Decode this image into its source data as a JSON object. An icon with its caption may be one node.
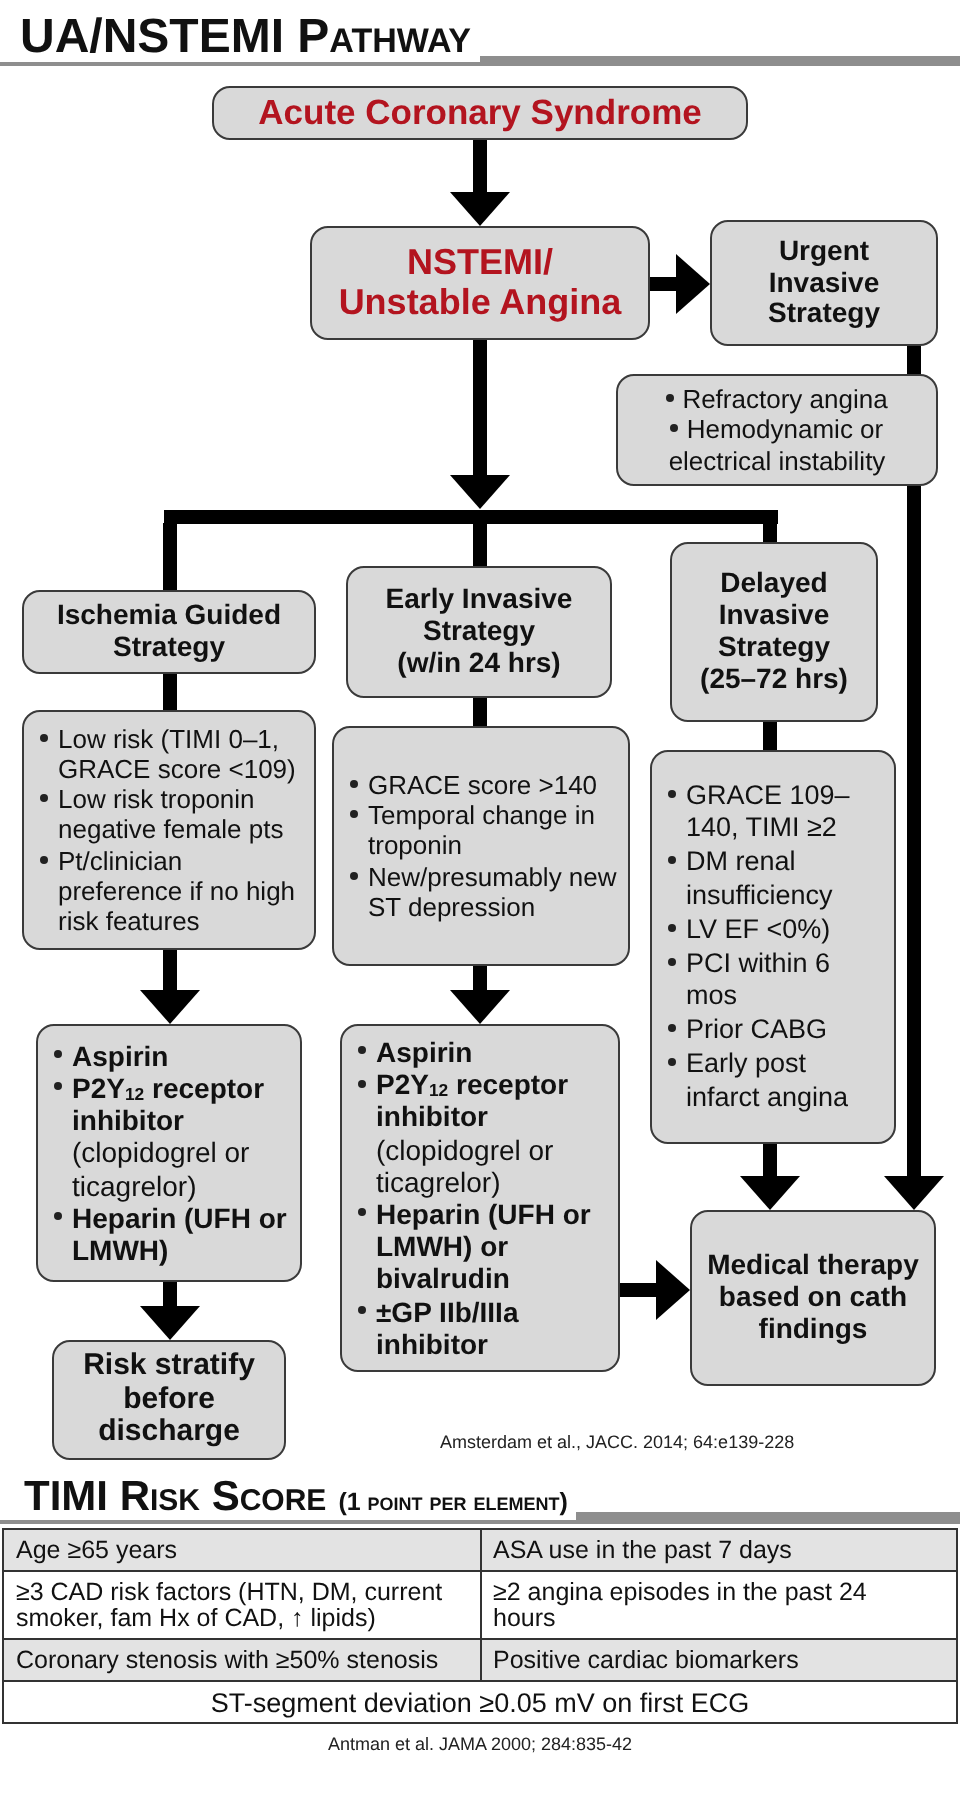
{
  "diagram": {
    "title": "UA/NSTEMI Pathway",
    "nodes": [
      {
        "text": [
          "Acute Coronary Syndrome"
        ]
      },
      {
        "text": [
          "NSTEMI/ Unstable Angina"
        ]
      },
      {
        "text": [
          "Urgent Invasive Strategy"
        ]
      },
      {
        "text": [
          "Refractory angina",
          "Hemodynamic or electrical instability"
        ]
      },
      {
        "text": [],
        "shape": "bar"
      },
      {
        "text": [
          "Ischemia Guided Strategy"
        ]
      },
      {
        "text": [
          "Early Invasive Strategy",
          "(w/in 24 hrs)"
        ]
      },
      {
        "text": [
          "Delayed Invasive Strategy",
          "(25–72 hrs)"
        ]
      },
      {
        "text": [
          "Low risk (TIMI 0–1, GRACE score <109)",
          "Low risk troponin negative female pts",
          "Pt/clinician preference if no high risk features"
        ]
      },
      {
        "text": [
          "GRACE score >140",
          "Temporal change in troponin",
          "New/presumably new ST depression"
        ]
      },
      {
        "text": [
          "GRACE 109–140, TIMI ≥2",
          "DM renal insufficiency",
          "LV EF <0%)",
          "PCI within 6 mos",
          "Prior CABG",
          "Early post infarct angina"
        ]
      },
      {
        "text": [
          "Aspirin",
          "**P2Y$_{12}$ receptor inhibitor** (clopidogrel or ticagrelor)",
          "Heparin (UFH or LMWH)"
        ]
      },
      {
        "text": [
          "Aspirin",
          "**P2Y$_{12}$ receptor inhibitor** (clopidogrel or ticagrelor)",
          "Heparin (UFH or LMWH) or bivalrudin",
          "±GP IIb/IIIa inhibitor"
        ]
      },
      {
        "text": [
          "Risk stratify before discharge"
        ]
      },
      {
        "text": [
          "Medical therapy based on cath findings"
        ]
      }
    ],
    "edges": [
      {
        "from": 0,
        "to": 1,
        "arrow": "to"
      },
      {
        "from": 1,
        "to": 2,
        "arrow": "to"
      },
      {
        "from": 1,
        "to": 4,
        "arrow": "to"
      },
      {
        "from": 2,
        "to": 3,
        "arrow": "none"
      },
      {
        "from": 3,
        "to": 14,
        "arrow": "to"
      },
      {
        "from": 4,
        "to": 5,
        "arrow": "none"
      },
      {
        "from": 4,
        "to": 6,
        "arrow": "none"
      },
      {
        "from": 4,
        "to": 7,
        "arrow": "none"
      },
      {
        "from": 5,
        "to": 8,
        "arrow": "none"
      },
      {
        "from": 6,
        "to": 9,
        "arrow": "none"
      },
      {
        "from": 7,
        "to": 10,
        "arrow": "none"
      },
      {
        "from": 8,
        "to": 11,
        "arrow": "to"
      },
      {
        "from": 9,
        "to": 12,
        "arrow": "to"
      },
      {
        "from": 10,
        "to": 14,
        "arrow": "to"
      },
      {
        "from": 11,
        "to": 13,
        "arrow": "to"
      },
      {
        "from": 12,
        "to": 14,
        "arrow": "to"
      }
    ],
    "labels": [
      "Amsterdam et al., JACC. 2014; 64:e139-228",
      "TIMI Risk Score",
      "(1 point per element)",
      "Age ≥65 years",
      "ASA use in the past 7 days",
      "≥3 CAD risk factors (HTN, DM, current smoker, fam Hx of CAD, ↑ lipids)",
      "≥2 angina episodes in the past 24 hours",
      "Coronary stenosis with ≥50% stenosis",
      "Positive cardiac biomarkers",
      "ST-segment deviation ≥0.05 mV on first ECG",
      "Antman et al. JAMA 2000; 284:835-42"
    ]
  }
}
